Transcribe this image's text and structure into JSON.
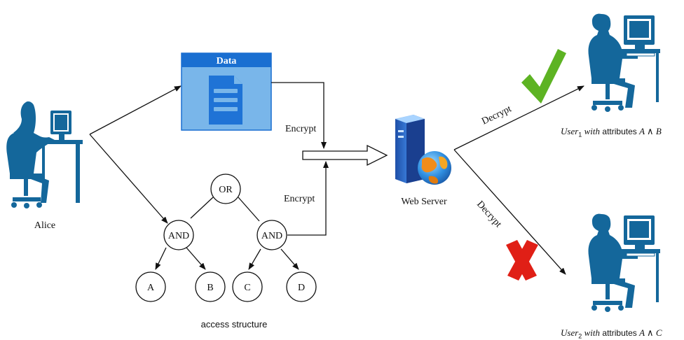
{
  "data_box": {
    "title": "Data",
    "fill_color": "#79b6ea",
    "header_color": "#1a6fd1",
    "doc_icon_color": "#1f73d6"
  },
  "labels": {
    "alice": "Alice",
    "encrypt_top": "Encrypt",
    "encrypt_bottom": "Encrypt",
    "web_server": "Web Server",
    "decrypt_top": "Decrypt",
    "decrypt_bottom": "Decrypt",
    "access_structure": "access structure"
  },
  "tree": {
    "root": "OR",
    "left_gate": "AND",
    "right_gate": "AND",
    "leaves": [
      "A",
      "B",
      "C",
      "D"
    ]
  },
  "users": [
    {
      "name": "User",
      "sub": "1",
      "with": "with",
      "word": "attributes",
      "attrs": "A ∧ B",
      "result": "check",
      "result_color": "#5db323"
    },
    {
      "name": "User",
      "sub": "2",
      "with": "with",
      "word": "attributes",
      "attrs": "A ∧ C",
      "result": "cross",
      "result_color": "#e01f16"
    }
  ],
  "icons": {
    "alice": "person-at-computer-icon",
    "user1": "person-at-computer-icon",
    "user2": "person-at-computer-icon",
    "server": "web-server-globe-icon",
    "document": "document-icon"
  },
  "person_color": "#14679b"
}
